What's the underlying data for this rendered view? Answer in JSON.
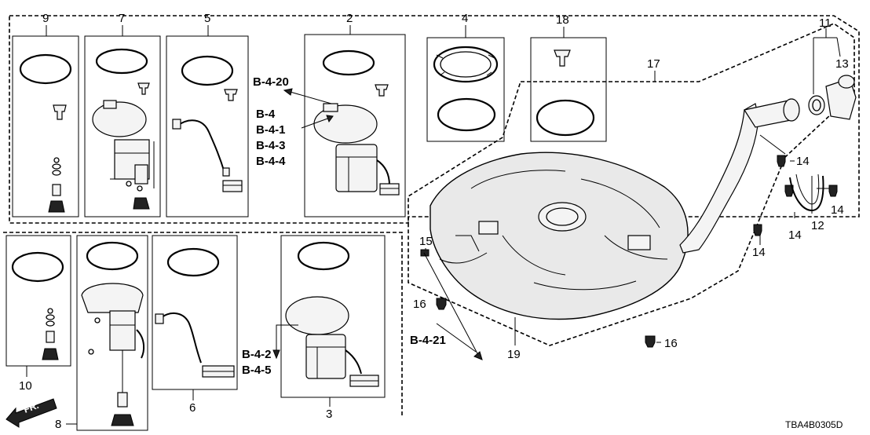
{
  "diagram": {
    "callouts": [
      {
        "id": "c9",
        "text": "9"
      },
      {
        "id": "c7",
        "text": "7"
      },
      {
        "id": "c5",
        "text": "5"
      },
      {
        "id": "c2",
        "text": "2"
      },
      {
        "id": "c4",
        "text": "4"
      },
      {
        "id": "c18",
        "text": "18"
      },
      {
        "id": "c11",
        "text": "11"
      },
      {
        "id": "c13",
        "text": "13"
      },
      {
        "id": "c17",
        "text": "17"
      },
      {
        "id": "c14a",
        "text": "14"
      },
      {
        "id": "c14b",
        "text": "14"
      },
      {
        "id": "c14c",
        "text": "14"
      },
      {
        "id": "c14d",
        "text": "14"
      },
      {
        "id": "c12",
        "text": "12"
      },
      {
        "id": "c15",
        "text": "15"
      },
      {
        "id": "c16a",
        "text": "16"
      },
      {
        "id": "c16b",
        "text": "16"
      },
      {
        "id": "c19",
        "text": "19"
      },
      {
        "id": "c10",
        "text": "10"
      },
      {
        "id": "c8",
        "text": "8"
      },
      {
        "id": "c6",
        "text": "6"
      },
      {
        "id": "c3",
        "text": "3"
      }
    ],
    "references": [
      {
        "id": "r1",
        "text": "B-4-20"
      },
      {
        "id": "r2",
        "text": "B-4"
      },
      {
        "id": "r3",
        "text": "B-4-1"
      },
      {
        "id": "r4",
        "text": "B-4-3"
      },
      {
        "id": "r5",
        "text": "B-4-4"
      },
      {
        "id": "r6",
        "text": "B-4-2"
      },
      {
        "id": "r7",
        "text": "B-4-5"
      },
      {
        "id": "r8",
        "text": "B-4-21"
      }
    ],
    "front_label": "FR.",
    "diagram_code": "TBA4B0305D"
  }
}
